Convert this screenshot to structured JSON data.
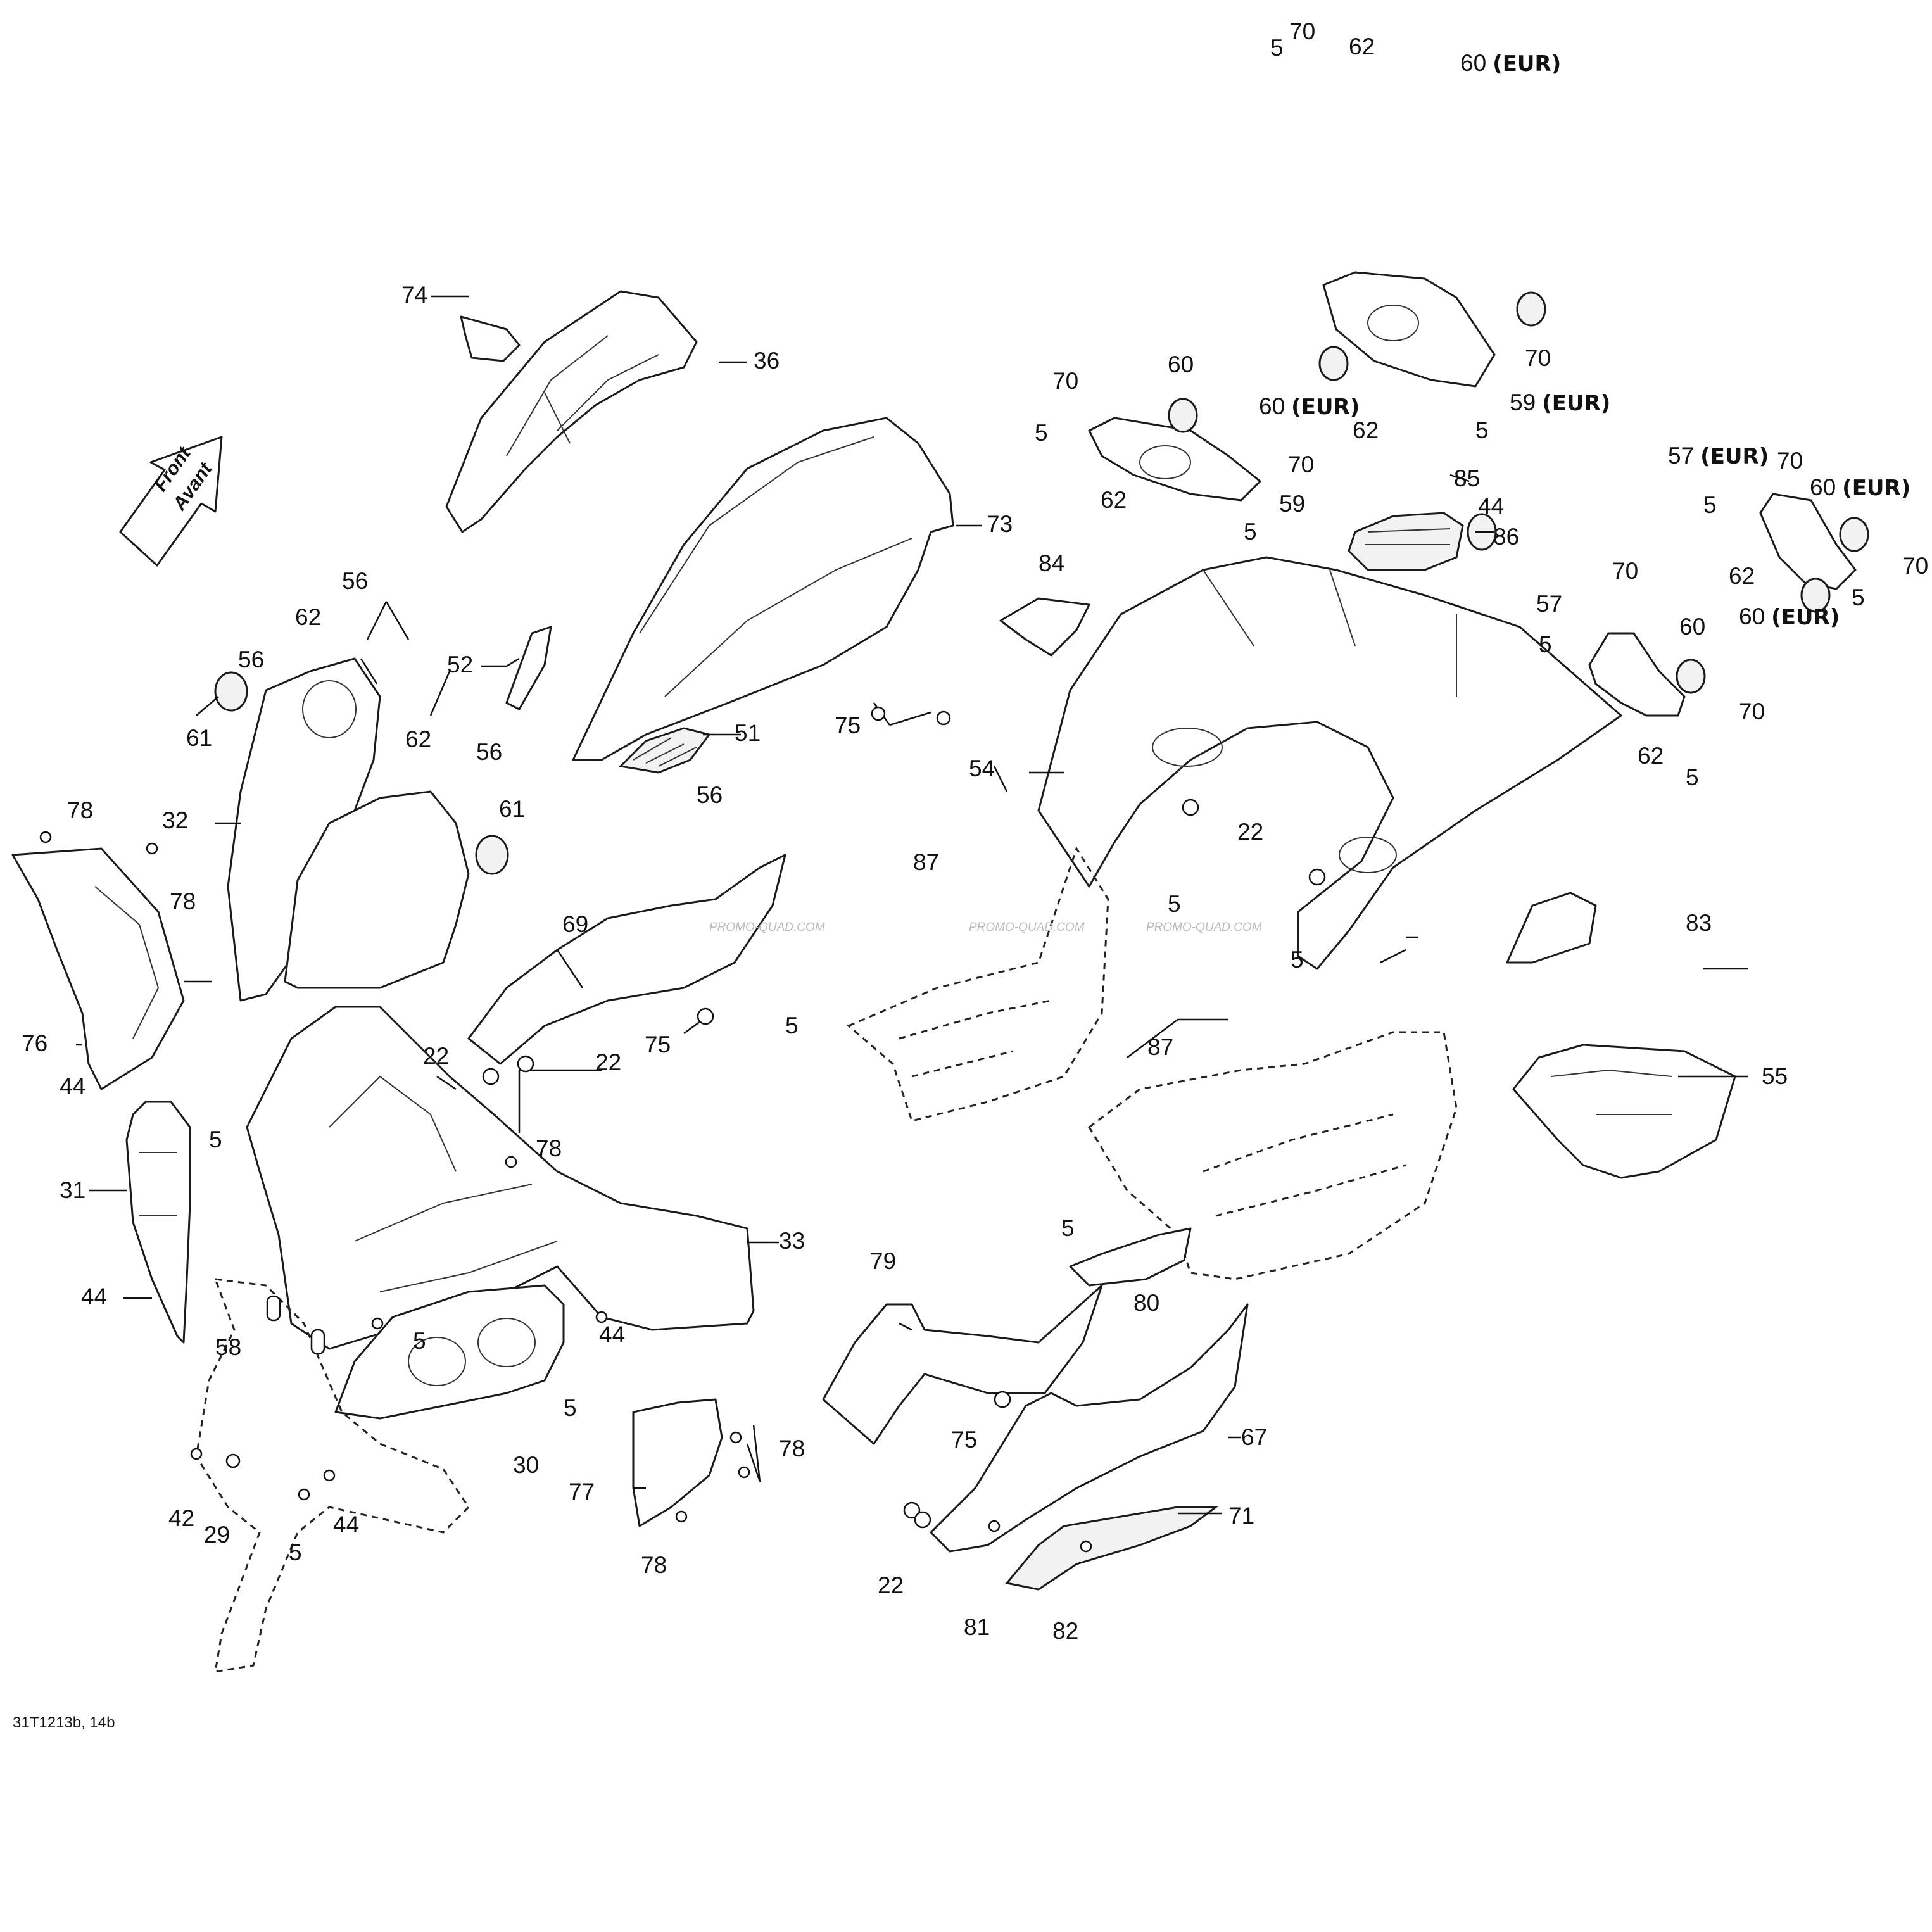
{
  "diagram_code": "31T1213b, 14b",
  "direction_arrow": {
    "line1": "Front",
    "line2": "Avant"
  },
  "watermark": "PROMO-QUAD.COM",
  "callouts": [
    {
      "id": "74",
      "text": "74",
      "suffix": ""
    },
    {
      "id": "36",
      "text": "36",
      "suffix": ""
    },
    {
      "id": "73",
      "text": "73",
      "suffix": ""
    },
    {
      "id": "56a",
      "text": "56",
      "suffix": ""
    },
    {
      "id": "56b",
      "text": "56",
      "suffix": ""
    },
    {
      "id": "62a",
      "text": "62",
      "suffix": ""
    },
    {
      "id": "61a",
      "text": "61",
      "suffix": ""
    },
    {
      "id": "52",
      "text": "52",
      "suffix": ""
    },
    {
      "id": "62b",
      "text": "62",
      "suffix": ""
    },
    {
      "id": "56c",
      "text": "56",
      "suffix": ""
    },
    {
      "id": "51",
      "text": "51",
      "suffix": ""
    },
    {
      "id": "56d",
      "text": "56",
      "suffix": ""
    },
    {
      "id": "75a",
      "text": "75",
      "suffix": ""
    },
    {
      "id": "61b",
      "text": "61",
      "suffix": ""
    },
    {
      "id": "32",
      "text": "32",
      "suffix": ""
    },
    {
      "id": "78a",
      "text": "78",
      "suffix": ""
    },
    {
      "id": "78b",
      "text": "78",
      "suffix": ""
    },
    {
      "id": "76",
      "text": "76",
      "suffix": ""
    },
    {
      "id": "69",
      "text": "69",
      "suffix": ""
    },
    {
      "id": "75b",
      "text": "75",
      "suffix": ""
    },
    {
      "id": "22a",
      "text": "22",
      "suffix": ""
    },
    {
      "id": "22b",
      "text": "22",
      "suffix": ""
    },
    {
      "id": "44a",
      "text": "44",
      "suffix": ""
    },
    {
      "id": "5a",
      "text": "5",
      "suffix": ""
    },
    {
      "id": "31",
      "text": "31",
      "suffix": ""
    },
    {
      "id": "78c",
      "text": "78",
      "suffix": ""
    },
    {
      "id": "33",
      "text": "33",
      "suffix": ""
    },
    {
      "id": "44b",
      "text": "44",
      "suffix": ""
    },
    {
      "id": "58",
      "text": "58",
      "suffix": ""
    },
    {
      "id": "5b",
      "text": "5",
      "suffix": ""
    },
    {
      "id": "44c",
      "text": "44",
      "suffix": ""
    },
    {
      "id": "5c",
      "text": "5",
      "suffix": ""
    },
    {
      "id": "30",
      "text": "30",
      "suffix": ""
    },
    {
      "id": "42",
      "text": "42",
      "suffix": ""
    },
    {
      "id": "29",
      "text": "29",
      "suffix": ""
    },
    {
      "id": "44d",
      "text": "44",
      "suffix": ""
    },
    {
      "id": "5d",
      "text": "5",
      "suffix": ""
    },
    {
      "id": "77",
      "text": "77",
      "suffix": ""
    },
    {
      "id": "78d",
      "text": "78",
      "suffix": ""
    },
    {
      "id": "78e",
      "text": "78",
      "suffix": ""
    },
    {
      "id": "70a",
      "text": "70",
      "suffix": ""
    },
    {
      "id": "62c",
      "text": "62",
      "suffix": ""
    },
    {
      "id": "60a",
      "text": "60",
      "suffix": "(EUR)"
    },
    {
      "id": "5e",
      "text": "5",
      "suffix": ""
    },
    {
      "id": "70b",
      "text": "70",
      "suffix": ""
    },
    {
      "id": "60b",
      "text": "60",
      "suffix": "(EUR)"
    },
    {
      "id": "62d",
      "text": "62",
      "suffix": ""
    },
    {
      "id": "59a",
      "text": "59",
      "suffix": "(EUR)"
    },
    {
      "id": "5f",
      "text": "5",
      "suffix": ""
    },
    {
      "id": "70c",
      "text": "70",
      "suffix": ""
    },
    {
      "id": "60c",
      "text": "60",
      "suffix": ""
    },
    {
      "id": "5g",
      "text": "5",
      "suffix": ""
    },
    {
      "id": "70d",
      "text": "70",
      "suffix": ""
    },
    {
      "id": "62e",
      "text": "62",
      "suffix": ""
    },
    {
      "id": "59b",
      "text": "59",
      "suffix": ""
    },
    {
      "id": "5h",
      "text": "5",
      "suffix": ""
    },
    {
      "id": "85",
      "text": "85",
      "suffix": ""
    },
    {
      "id": "44e",
      "text": "44",
      "suffix": ""
    },
    {
      "id": "86",
      "text": "86",
      "suffix": ""
    },
    {
      "id": "84",
      "text": "84",
      "suffix": ""
    },
    {
      "id": "54",
      "text": "54",
      "suffix": ""
    },
    {
      "id": "87a",
      "text": "87",
      "suffix": ""
    },
    {
      "id": "5i",
      "text": "5",
      "suffix": ""
    },
    {
      "id": "22c",
      "text": "22",
      "suffix": ""
    },
    {
      "id": "5j",
      "text": "5",
      "suffix": ""
    },
    {
      "id": "83",
      "text": "83",
      "suffix": ""
    },
    {
      "id": "5k",
      "text": "5",
      "suffix": ""
    },
    {
      "id": "87b",
      "text": "87",
      "suffix": ""
    },
    {
      "id": "55",
      "text": "55",
      "suffix": ""
    },
    {
      "id": "5l",
      "text": "5",
      "suffix": ""
    },
    {
      "id": "70e",
      "text": "70",
      "suffix": ""
    },
    {
      "id": "57a",
      "text": "57",
      "suffix": "(EUR)"
    },
    {
      "id": "60d",
      "text": "60",
      "suffix": "(EUR)"
    },
    {
      "id": "5m",
      "text": "5",
      "suffix": ""
    },
    {
      "id": "70f",
      "text": "70",
      "suffix": ""
    },
    {
      "id": "62f",
      "text": "62",
      "suffix": ""
    },
    {
      "id": "60e",
      "text": "60",
      "suffix": "(EUR)"
    },
    {
      "id": "5n",
      "text": "5",
      "suffix": ""
    },
    {
      "id": "70g",
      "text": "70",
      "suffix": ""
    },
    {
      "id": "57b",
      "text": "57",
      "suffix": ""
    },
    {
      "id": "5o",
      "text": "5",
      "suffix": ""
    },
    {
      "id": "60f",
      "text": "60",
      "suffix": ""
    },
    {
      "id": "70h",
      "text": "70",
      "suffix": ""
    },
    {
      "id": "62g",
      "text": "62",
      "suffix": ""
    },
    {
      "id": "5p",
      "text": "5",
      "suffix": ""
    },
    {
      "id": "79",
      "text": "79",
      "suffix": ""
    },
    {
      "id": "80",
      "text": "80",
      "suffix": ""
    },
    {
      "id": "75c",
      "text": "75",
      "suffix": ""
    },
    {
      "id": "67",
      "text": "67",
      "suffix": ""
    },
    {
      "id": "71",
      "text": "71",
      "suffix": ""
    },
    {
      "id": "22d",
      "text": "22",
      "suffix": ""
    },
    {
      "id": "81",
      "text": "81",
      "suffix": ""
    },
    {
      "id": "82",
      "text": "82",
      "suffix": ""
    }
  ]
}
